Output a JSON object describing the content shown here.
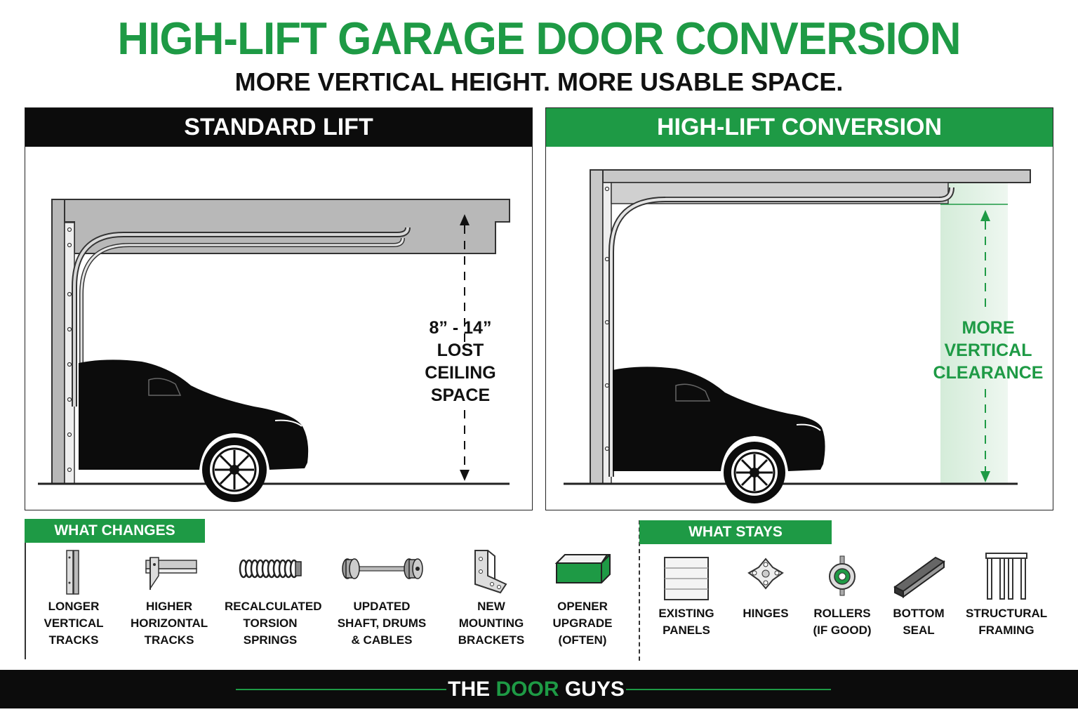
{
  "header": {
    "title": "HIGH-LIFT GARAGE DOOR CONVERSION",
    "subtitle": "MORE VERTICAL HEIGHT. MORE USABLE SPACE."
  },
  "panels": {
    "standard": {
      "title": "STANDARD LIFT",
      "annotation": [
        "8” - 14”",
        "LOST",
        "CEILING",
        "SPACE"
      ]
    },
    "high_lift": {
      "title": "HIGH-LIFT CONVERSION",
      "annotation": [
        "MORE",
        "VERTICAL",
        "CLEARANCE"
      ]
    }
  },
  "what_changes": {
    "title": "WHAT CHANGES",
    "items": [
      {
        "label": "LONGER\nVERTICAL\nTRACKS",
        "icon": "vertical-track-icon"
      },
      {
        "label": "HIGHER\nHORIZONTAL\nTRACKS",
        "icon": "horizontal-track-icon"
      },
      {
        "label": "RECALCULATED\nTORSION\nSPRINGS",
        "icon": "torsion-spring-icon"
      },
      {
        "label": "UPDATED\nSHAFT, DRUMS\n& CABLES",
        "icon": "shaft-drum-icon"
      },
      {
        "label": "NEW\nMOUNTING\nBRACKETS",
        "icon": "mounting-bracket-icon"
      },
      {
        "label": "OPENER\nUPGRADE\n(OFTEN)",
        "icon": "opener-icon"
      }
    ]
  },
  "what_stays": {
    "title": "WHAT STAYS",
    "items": [
      {
        "label": "EXISTING\nPANELS",
        "icon": "door-panel-icon"
      },
      {
        "label": "HINGES",
        "icon": "hinge-icon"
      },
      {
        "label": "ROLLERS\n(IF GOOD)",
        "icon": "roller-icon"
      },
      {
        "label": "BOTTOM\nSEAL",
        "icon": "bottom-seal-icon"
      },
      {
        "label": "STRUCTURAL\nFRAMING",
        "icon": "framing-icon"
      }
    ]
  },
  "footer": {
    "brand_prefix": "THE ",
    "brand_highlight": "DOOR",
    "brand_suffix": " GUYS"
  },
  "colors": {
    "accent_green": "#1e9a45",
    "black": "#0c0c0c",
    "track_gray": "#b8b8b8"
  }
}
